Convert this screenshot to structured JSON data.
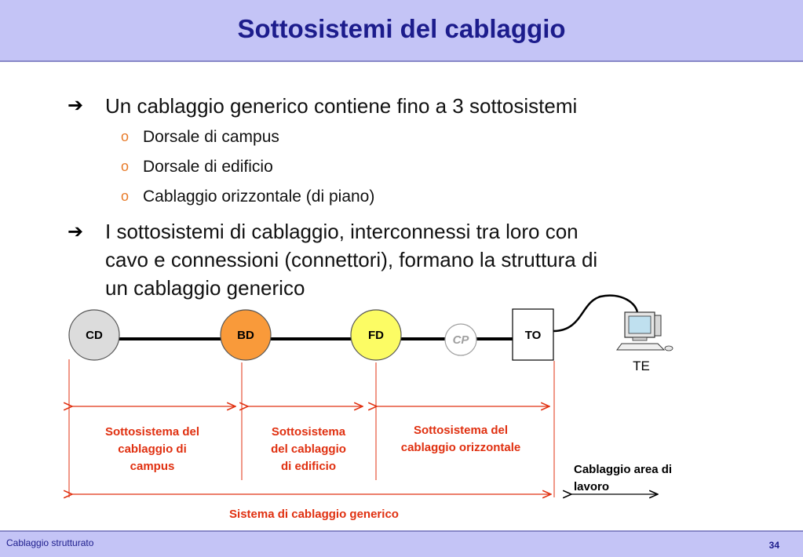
{
  "slide": {
    "title": "Sottosistemi del cablaggio",
    "bullets": [
      {
        "text": "Un cablaggio generico contiene fino a 3 sottosistemi",
        "subitems": [
          "Dorsale di campus",
          "Dorsale di edificio",
          "Cablaggio orizzontale (di piano)"
        ]
      },
      {
        "lines": [
          "I sottosistemi di cablaggio, interconnessi tra loro con",
          "cavo e connessioni (connettori), formano la struttura di",
          "un cablaggio generico"
        ]
      }
    ],
    "bullet_marker": "➔",
    "subitem_marker": "o"
  },
  "diagram": {
    "nodes": {
      "cd": {
        "label": "CD",
        "color": "#dcdcdc"
      },
      "bd": {
        "label": "BD",
        "color": "#f99a3a"
      },
      "fd": {
        "label": "FD",
        "color": "#fcfc64"
      },
      "cp": {
        "label": "CP",
        "color": "#ffffff"
      },
      "to": {
        "label": "TO",
        "color": "#ffffff"
      }
    },
    "te_label": "TE",
    "subsystems": {
      "campus": [
        "Sottosistema del",
        "cablaggio di",
        "campus"
      ],
      "building": [
        "Sottosistema",
        "del cablaggio",
        "di edificio"
      ],
      "horizontal": [
        "Sottosistema del",
        "cablaggio orizzontale"
      ]
    },
    "work_area": [
      "Cablaggio area di",
      "lavoro"
    ],
    "generic_system": "Sistema di cablaggio generico",
    "accent_color": "#e03010"
  },
  "footer": {
    "left": "Cablaggio strutturato",
    "page": "34"
  }
}
